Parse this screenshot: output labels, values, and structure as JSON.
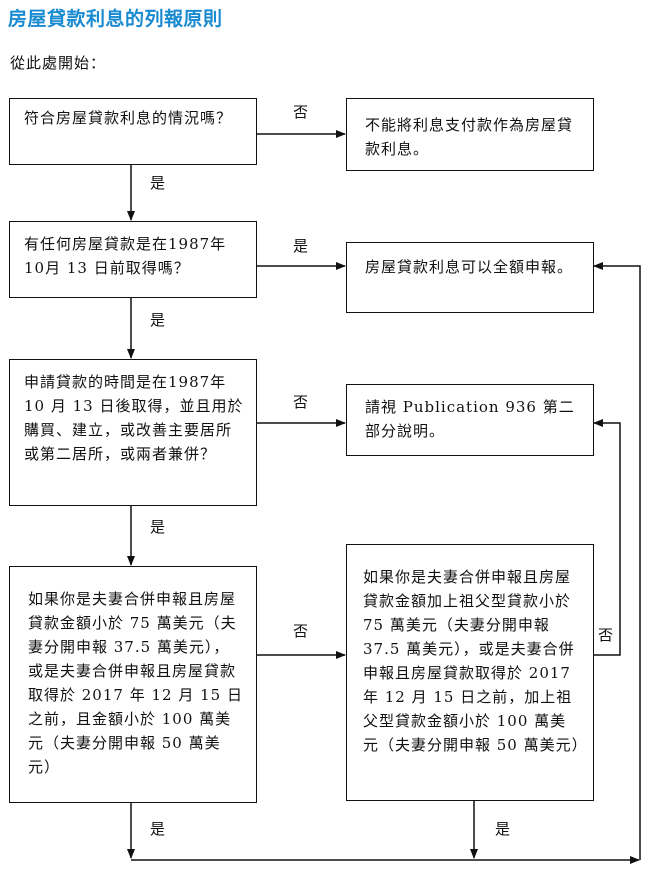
{
  "title": "房屋貸款利息的列報原則",
  "intro": "從此處開始：",
  "nodes": {
    "q1": "符合房屋貸款利息的情況嗎？",
    "r1": "不能將利息支付款作為房屋貸款利息。",
    "q2": "有任何房屋貸款是在1987年 10月 13 日前取得嗎？",
    "r2": "房屋貸款利息可以全額申報。",
    "q3": "申請貸款的時間是在1987年 10 月 13 日後取得，並且用於購買、建立，或改善主要居所或第二居所，或兩者兼併？",
    "r3": "請視 Publication 936 第二部分說明。",
    "q4": "如果你是夫妻合併申報且房屋貸款金額小於 75 萬美元（夫妻分開申報 37.5 萬美元），或是夫妻合併申報且房屋貸款取得於 2017 年 12 月 15 日之前，且金額小於 100 萬美元（夫妻分開申報 50 萬美元）",
    "q5": "如果你是夫妻合併申報且房屋貸款金額加上祖父型貸款小於 75 萬美元（夫妻分開申報 37.5 萬美元），或是夫妻合併申報且房屋貸款取得於 2017 年 12 月 15 日之前，加上祖父型貸款金額小於 100 萬美元（夫妻分開申報 50 萬美元）"
  },
  "labels": {
    "q1_no": "否",
    "q1_yes": "是",
    "q2_yes_right": "是",
    "q2_no": "是",
    "q3_no": "否",
    "q3_yes": "是",
    "q4_no": "否",
    "q5_no": "否",
    "q4_yes": "是",
    "q5_yes": "是"
  }
}
